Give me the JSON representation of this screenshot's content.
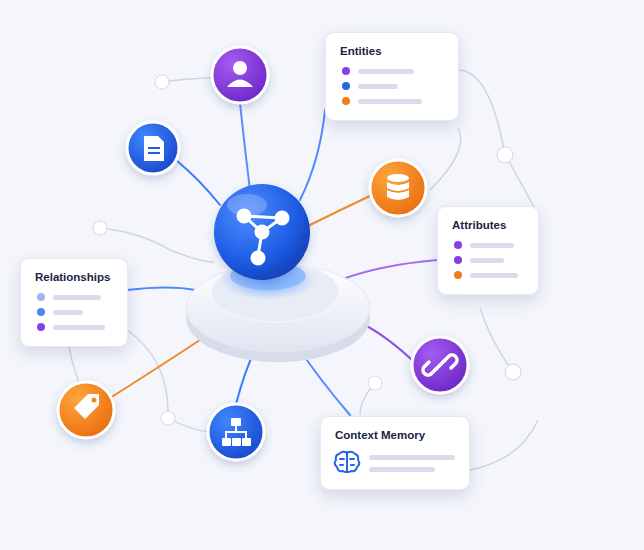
{
  "diagram": {
    "nodes": [
      {
        "text": [
          "Entities"
        ]
      },
      {
        "text": [
          "Attributes"
        ]
      },
      {
        "text": [
          "Relationships"
        ]
      },
      {
        "text": [
          "Context Memory"
        ]
      }
    ]
  }
}
